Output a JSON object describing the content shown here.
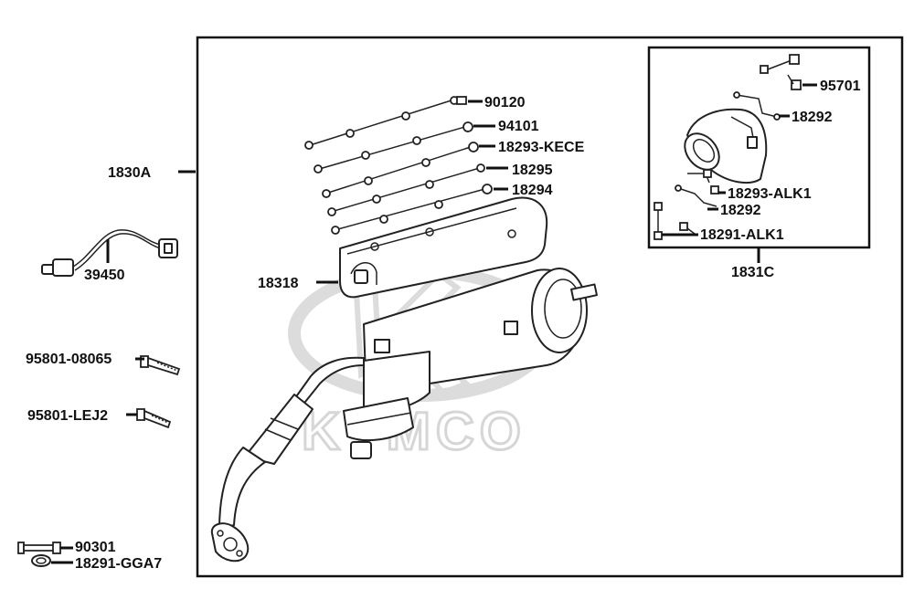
{
  "watermark": {
    "brand": "KYMCO"
  },
  "labels": {
    "assembly_main": "1830A",
    "sensor": "39450",
    "bolt_long": "95801-08065",
    "bolt_short": "95801-LEJ2",
    "screw_small": "90301",
    "gasket": "18291-GGA7",
    "heat_shield": "18318",
    "screw_a": "90120",
    "washer_a": "94101",
    "bracket_kece": "18293-KECE",
    "nut_a": "18295",
    "collar_a": "18294"
  },
  "inset": {
    "assembly": "1831C",
    "labels": {
      "bolt": "95701",
      "bracket_top": "18292",
      "bracket_alk1": "18293-ALK1",
      "bracket_mid": "18292",
      "gasket_alk1": "18291-ALK1"
    }
  },
  "colors": {
    "line": "#111111",
    "watermark": "#d6d6d6",
    "background": "#ffffff"
  }
}
